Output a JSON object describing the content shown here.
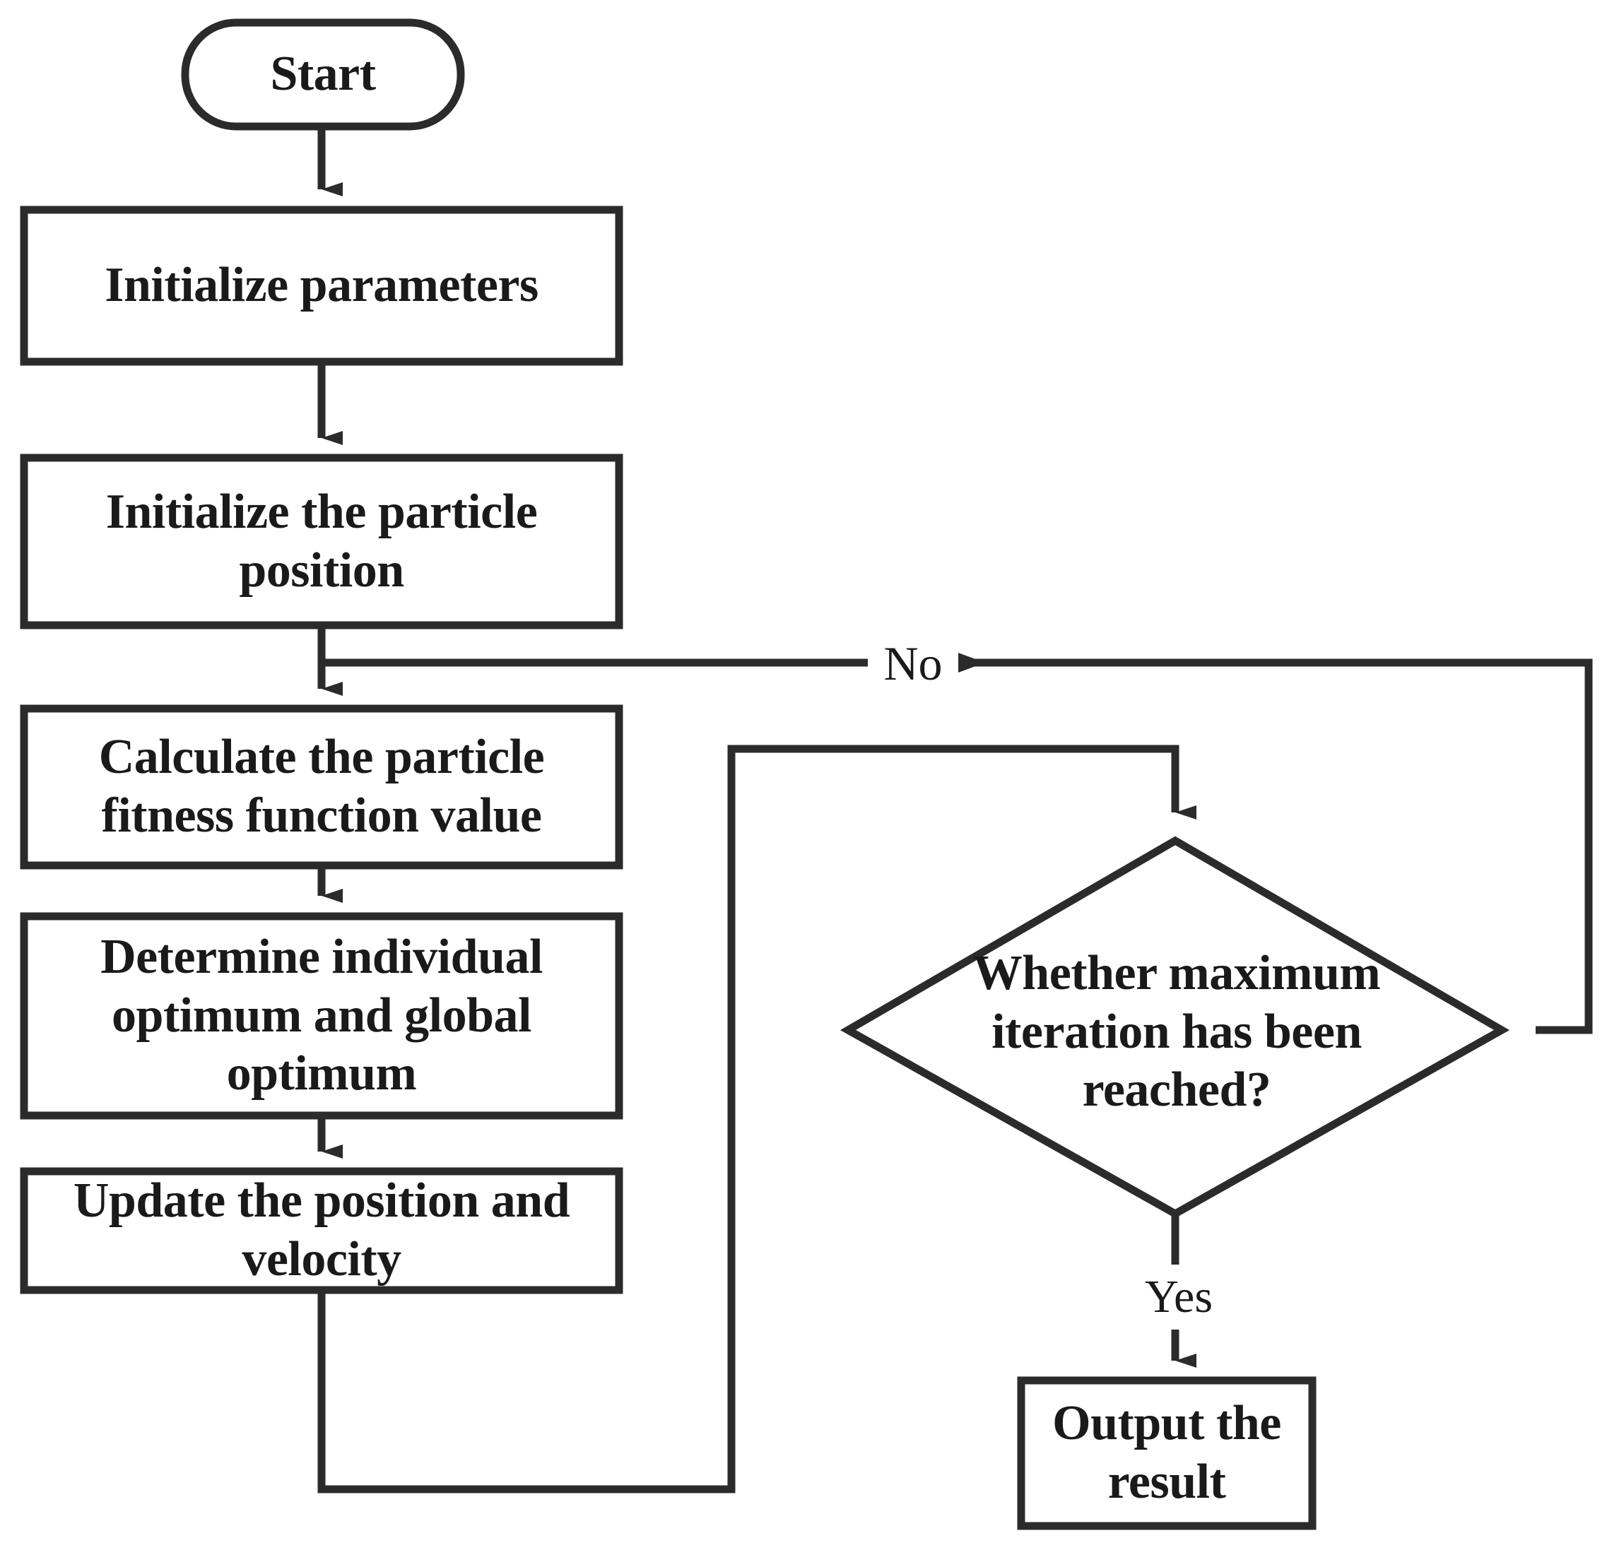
{
  "diagram": {
    "title": "Particle Swarm Optimization flowchart",
    "stroke_color": "#2b2b2b",
    "fill_color": "#ffffff",
    "background": "#ffffff",
    "nodes": [
      {
        "id": "start",
        "shape": "terminator",
        "text": "Start"
      },
      {
        "id": "init_params",
        "shape": "process",
        "text": "Initialize parameters"
      },
      {
        "id": "init_pos",
        "shape": "process",
        "text": "Initialize the particle position"
      },
      {
        "id": "calc_fitness",
        "shape": "process",
        "text": "Calculate the particle fitness function value"
      },
      {
        "id": "determine",
        "shape": "process",
        "text": "Determine individual optimum and global optimum"
      },
      {
        "id": "update",
        "shape": "process",
        "text": "Update the position and velocity"
      },
      {
        "id": "decision",
        "shape": "decision",
        "text": "Whether maximum iteration has been reached?"
      },
      {
        "id": "output",
        "shape": "process",
        "text": "Output the result"
      }
    ],
    "edges": [
      {
        "from": "start",
        "to": "init_params",
        "label": ""
      },
      {
        "from": "init_params",
        "to": "init_pos",
        "label": ""
      },
      {
        "from": "init_pos",
        "to": "calc_fitness",
        "label": ""
      },
      {
        "from": "calc_fitness",
        "to": "determine",
        "label": ""
      },
      {
        "from": "determine",
        "to": "update",
        "label": ""
      },
      {
        "from": "update",
        "to": "decision",
        "label": ""
      },
      {
        "from": "decision",
        "to": "calc_fitness",
        "label": "No"
      },
      {
        "from": "decision",
        "to": "output",
        "label": "Yes"
      }
    ],
    "labels": {
      "start": "Start",
      "init_params": "Initialize parameters",
      "init_pos_line1": "Initialize the particle",
      "init_pos_line2": "position",
      "calc_line1": "Calculate the particle",
      "calc_line2": "fitness function value",
      "determine_line1": "Determine individual",
      "determine_line2": "optimum and global",
      "determine_line3": "optimum",
      "update_line1": "Update the position and",
      "update_line2": "velocity",
      "decision_line1": "Whether maximum",
      "decision_line2": "iteration has been",
      "decision_line3": "reached?",
      "output_line1": "Output the",
      "output_line2": "result",
      "edge_no": "No",
      "edge_yes": "Yes"
    }
  }
}
